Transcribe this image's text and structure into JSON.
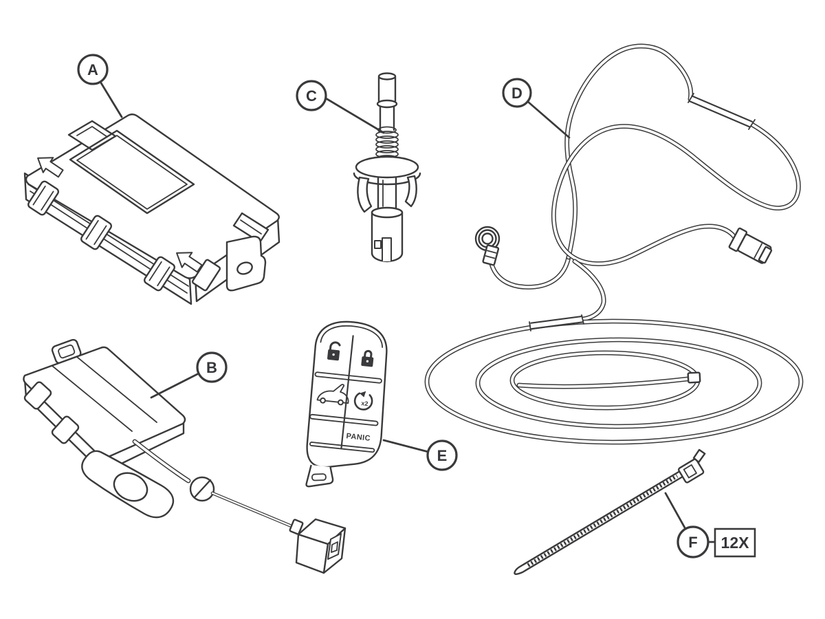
{
  "colors": {
    "background": "#ffffff",
    "line": "#3a3a3c",
    "text": "#35363a"
  },
  "callouts": {
    "a": {
      "letter": "A"
    },
    "b": {
      "letter": "B"
    },
    "c": {
      "letter": "C"
    },
    "d": {
      "letter": "D"
    },
    "e": {
      "letter": "E"
    },
    "f": {
      "letter": "F",
      "quantity": "12X"
    }
  },
  "key_fob": {
    "panic_label": "PANIC",
    "start_count_label": "x2"
  },
  "icons": {
    "unlock": "unlock-icon",
    "lock": "lock-icon",
    "trunk_release": "trunk-icon",
    "remote_start": "remote-start-icon"
  }
}
